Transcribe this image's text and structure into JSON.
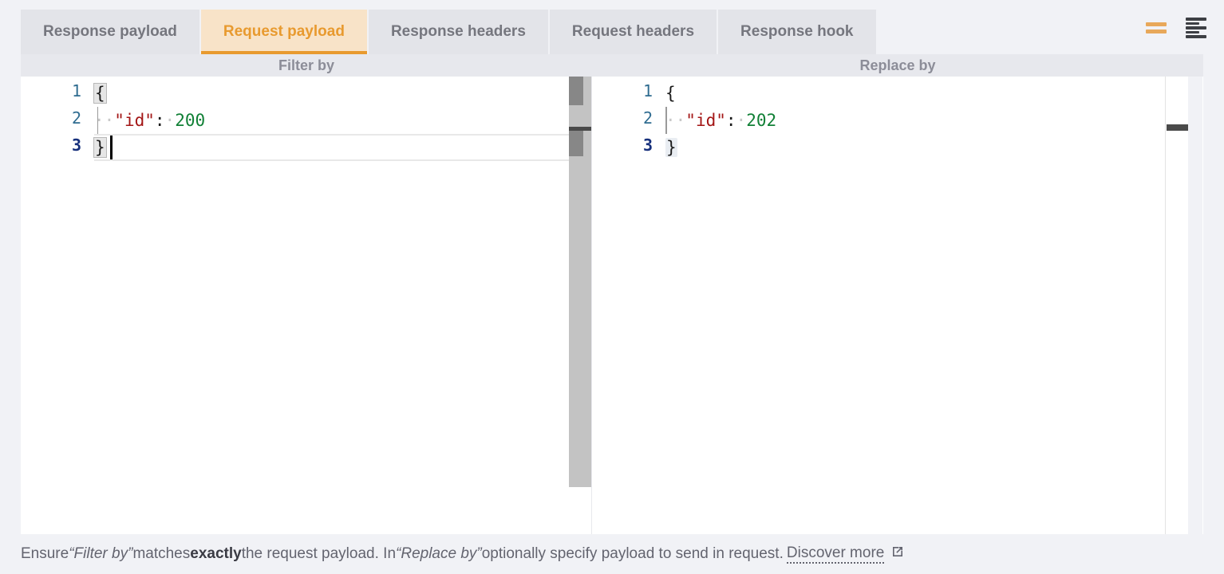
{
  "tabs": [
    {
      "id": "response-payload",
      "label": "Response payload",
      "active": false
    },
    {
      "id": "request-payload",
      "label": "Request payload",
      "active": true
    },
    {
      "id": "response-headers",
      "label": "Response headers",
      "active": false
    },
    {
      "id": "request-headers",
      "label": "Request headers",
      "active": false
    },
    {
      "id": "response-hook",
      "label": "Response hook",
      "active": false
    }
  ],
  "toolbar": {
    "equals_icon": "equals-icon",
    "format_icon": "format-lines-icon"
  },
  "panels": {
    "left": {
      "title": "Filter by"
    },
    "right": {
      "title": "Replace by"
    }
  },
  "editors": {
    "filter_by": {
      "line_numbers": [
        "1",
        "2",
        "3"
      ],
      "active_line": 3,
      "lines": [
        {
          "n": "1",
          "text": "{"
        },
        {
          "n": "2",
          "text": "··\"id\":·200"
        },
        {
          "n": "3",
          "text": "}"
        }
      ],
      "raw": "{\n  \"id\": 200\n}",
      "key": "\"id\"",
      "value": "200",
      "colon": ":"
    },
    "replace_by": {
      "line_numbers": [
        "1",
        "2",
        "3"
      ],
      "lines": [
        {
          "n": "1",
          "text": "{"
        },
        {
          "n": "2",
          "text": "··\"id\":·202"
        },
        {
          "n": "3",
          "text": "}"
        }
      ],
      "raw": "{\n  \"id\": 202\n}",
      "key": "\"id\"",
      "value": "202",
      "colon": ":"
    }
  },
  "footer": {
    "part1": "Ensure ",
    "quote1": "“Filter by”",
    "part2": " matches ",
    "bold": "exactly",
    "part3": " the request payload. In ",
    "quote2": "“Replace by”",
    "part4": " optionally specify payload to send in request.",
    "link": "Discover more",
    "link_icon": "external-link-icon"
  },
  "colors": {
    "accent": "#e89a2f",
    "accent_bg": "#f8e3c8",
    "tab_bg": "#e3e4e9",
    "page_bg": "#f1f2f6",
    "subheader_bg": "#e7e8ed",
    "key": "#a31515",
    "number": "#118036",
    "lineno": "#2f6c90",
    "lineno_active": "#17307c"
  }
}
